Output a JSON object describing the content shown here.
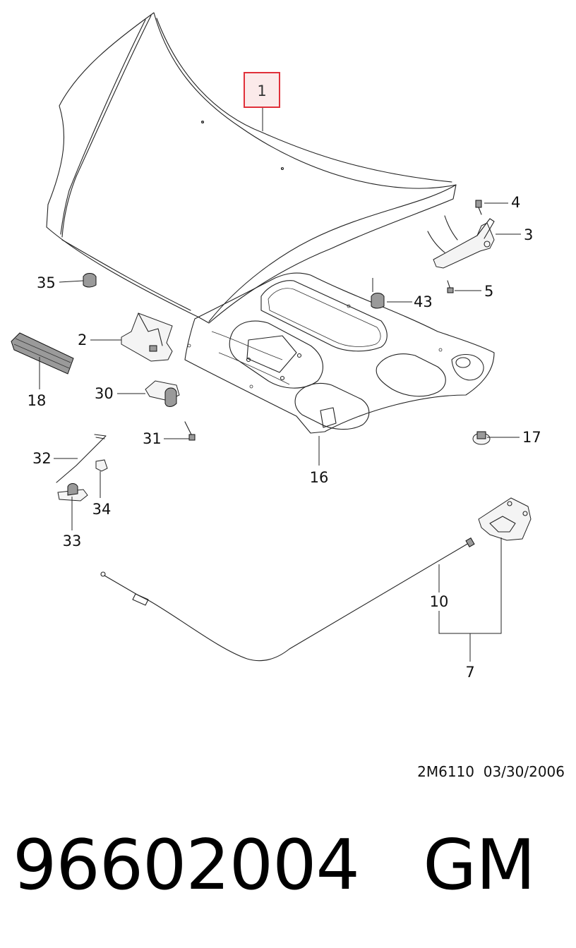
{
  "diagram": {
    "reference": "2M6110  03/30/2006",
    "footer": "96602004   GM",
    "highlight_color": "#e0303a",
    "callouts": {
      "c1": "1",
      "c2": "2",
      "c3": "3",
      "c4": "4",
      "c5": "5",
      "c7": "7",
      "c10": "10",
      "c16": "16",
      "c17": "17",
      "c18": "18",
      "c30": "30",
      "c31": "31",
      "c32": "32",
      "c33": "33",
      "c34": "34",
      "c35": "35",
      "c43": "43"
    }
  }
}
